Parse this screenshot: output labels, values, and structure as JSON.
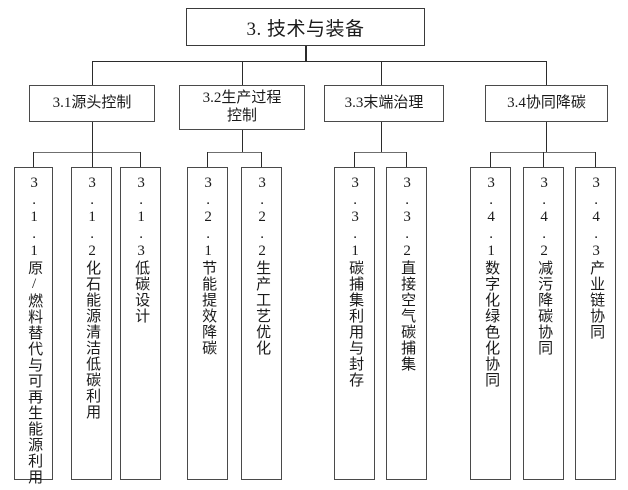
{
  "diagram": {
    "type": "tree",
    "title": "3. 技术与装备",
    "root": {
      "label": "3. 技术与装备"
    },
    "branches": [
      {
        "id": "3.1",
        "label": "3.1源头控制",
        "children": [
          {
            "id": "3.1.1",
            "label": "3.1.1原/燃料替代与可再生能源利用"
          },
          {
            "id": "3.1.2",
            "label": "3.1.2化石能源清洁低碳利用"
          },
          {
            "id": "3.1.3",
            "label": "3.1.3低碳设计"
          }
        ]
      },
      {
        "id": "3.2",
        "label": "3.2生产过程控制",
        "label_line1": "3.2生产过程",
        "label_line2": "控制",
        "children": [
          {
            "id": "3.2.1",
            "label": "3.2.1节能提效降碳"
          },
          {
            "id": "3.2.2",
            "label": "3.2.2生产工艺优化"
          }
        ]
      },
      {
        "id": "3.3",
        "label": "3.3末端治理",
        "children": [
          {
            "id": "3.3.1",
            "label": "3.3.1碳捕集利用与封存"
          },
          {
            "id": "3.3.2",
            "label": "3.3.2直接空气碳捕集"
          }
        ]
      },
      {
        "id": "3.4",
        "label": "3.4协同降碳",
        "children": [
          {
            "id": "3.4.1",
            "label": "3.4.1数字化绿色化协同"
          },
          {
            "id": "3.4.2",
            "label": "3.4.2减污降碳协同"
          },
          {
            "id": "3.4.3",
            "label": "3.4.3产业链协同"
          }
        ]
      }
    ],
    "colors": {
      "background": "#ffffff",
      "box_border": "#4a4a4a",
      "connector": "#2b2b2b",
      "text": "#1a1a1a"
    }
  }
}
